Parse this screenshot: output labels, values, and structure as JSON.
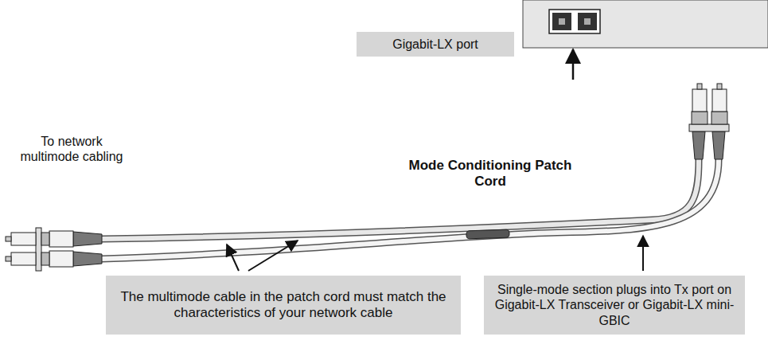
{
  "diagram": {
    "nodes": [
      {
        "text": [
          "Gigabit-LX port"
        ]
      },
      {
        "text": [
          "The multimode cable in the patch cord must match the characteristics of your network cable"
        ]
      },
      {
        "text": [
          "Single-mode section plugs into Tx port on Gigabit-LX Transceiver or Gigabit-LX mini-GBIC"
        ]
      }
    ],
    "labels": [
      "To network multimode cabling",
      "Mode Conditioning Patch Cord"
    ]
  }
}
